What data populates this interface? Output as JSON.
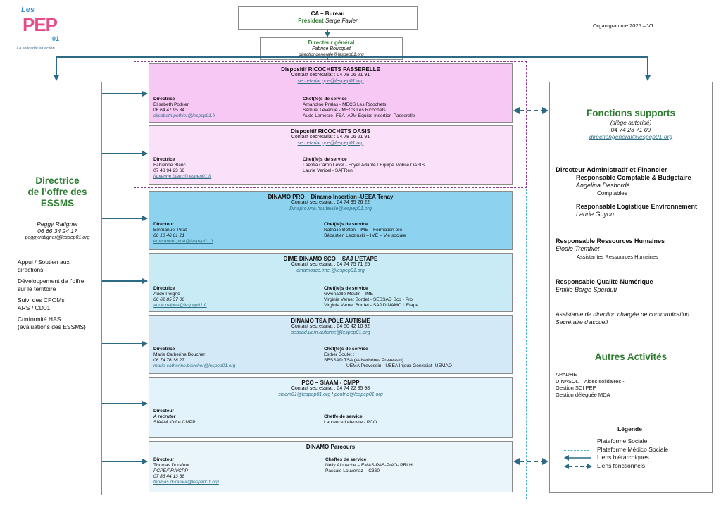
{
  "logo": {
    "text_top": "Les",
    "text_main": "PEP",
    "text_num": "01",
    "tagline": "La solidarité en action"
  },
  "doc_label": "Organigramme 2025 – V1",
  "ca": {
    "title": "CA – Bureau",
    "president_label": "Président",
    "president_name": "Serge Favier"
  },
  "dg": {
    "title": "Directeur général",
    "name": "Fabrice Bousquet",
    "email": "directiongenerale@lespep01.org"
  },
  "left": {
    "title_1": "Directrice",
    "title_2": "de l’offre des",
    "title_3": "ESSMS",
    "name": "Peggy Ratigner",
    "phone": "06 66 34 24 17",
    "email": "peggy.ratigner@lespep01.org",
    "items": [
      [
        "Appui / Soutien aux",
        "directions"
      ],
      [
        "Développement de l’offre",
        "sur le territoire"
      ],
      [
        "Suivi des CPOMs",
        "ARS / CD01"
      ],
      [
        "Conformité HAS",
        "(évaluations des ESSMS)"
      ]
    ]
  },
  "units": [
    {
      "title": "Dispositif RICOCHETS PASSERELLE",
      "contact": "Contact secretariat : 04 78 06 21 91",
      "email": "secretariat.ppe@lespep01.org",
      "dir_label": "Directrice",
      "dir_lines": [
        "Elisabeth Pothier",
        "06 64 47 95 34"
      ],
      "dir_email": "elisabeth.pothier@lespep01.fr",
      "chef_label": "Chef(fe)s de service",
      "chef_lines": [
        "Amandine Pralas - MECS Les Ricochets",
        "Samuel Leveque - MECS Les Ricochets",
        "Aude Lemesre -FSA- AJM-Equipe Insertion-Passerelle"
      ]
    },
    {
      "title": "Dispositif RICOCHETS OASIS",
      "contact": "Contact secretariat : 04 78 06 21 91",
      "email": "secretariat.ppe@lespep01.org",
      "dir_label": "Directrice",
      "dir_lines": [
        "Fabienne Blanc",
        "07 48 94 23 66"
      ],
      "dir_email": "fabienne.blanc@lespep01.fr",
      "chef_label": "Chef(fe)s de service",
      "chef_lines": [
        "Laëtitia Caron Level - Foyer Adapté / Equipe Mobile OASIS",
        "Laurie Vericel - SAFRen"
      ]
    },
    {
      "title": "DINAMO PRO – Dinamo Insertion -UEEA Tenay",
      "contact": "Contact secretariat : 04 74 35 26 22",
      "email": "Dinapro.ime.hauteville@lespep01.org",
      "dir_label": "Directeur",
      "dir_lines": [
        "Emmanuel Pirat",
        "06 10 46 81 21"
      ],
      "dir_email": "emmanuel.pirat@lespep01.fr",
      "chef_label": "Chef(fe)s de service",
      "chef_lines": [
        "Nathalie Botton - IME – Formation pro",
        "Sébastien Leczinski – IME – Vie sociale"
      ]
    },
    {
      "title": "DIME DINAMO SCO – SAJ L’ETAPE",
      "contact": "Contact secretariat : 04 74 75 71 25",
      "email": "dinamosco.ime.@lespep01.org",
      "dir_label": "Directrice",
      "dir_lines": [
        "Aude Peigné",
        "06 62 85 37 08"
      ],
      "dir_email": "aude.peigne@lespep01.fr",
      "chef_label": "Chef(fe)s de service",
      "chef_lines": [
        "Gwenaëlle Moulin - IME",
        "Virginie Vernet Bordet - SESSAD Sco - Pro",
        "Virginie Vernet Bordet - SAJ DINAMO L’Etape"
      ]
    },
    {
      "title": "DINAMO TSA PÔLE AUTISME",
      "contact": "Contact secretariat : 04 50 42 10 92",
      "email": "sessad.uem.autisme@lespep01.org",
      "dir_label": "Directrice",
      "dir_lines": [
        "Marie Catherine Boucher",
        "06 74 76 38 27"
      ],
      "dir_email": "marie-catherine.boucher@lespep01.org",
      "chef_label": "Chef(fe)s de service",
      "chef_lines": [
        "Esther Boulet :",
        "SESSAD TSA (Valserhône- Prevessin)",
        "UEMA Prevessin - UEEA Injoux Genissiat -UEMAO"
      ]
    },
    {
      "title": "PCO – SIAAM - CMPP",
      "contact": "Contact secretariat : 04 74 22 85 98",
      "email": "siaam01@lespep01.org",
      "email_sep": " / ",
      "email2": "pcotnd@lespep01.org",
      "dir_label": "Directeur",
      "dir_lines": [
        "A recruter",
        "SIAAM /Offre CMPP"
      ],
      "dir_email": "",
      "chef_label": "Cheffe de service",
      "chef_lines": [
        "Laurence Lefeuvre - PCO"
      ]
    },
    {
      "title": "DINAMO Parcours",
      "contact": "",
      "email": "",
      "dir_label": "Directeur",
      "dir_lines": [
        "Thomas Durafour",
        "PCPE/PRA/CPP",
        "07 86 44 13 38"
      ],
      "dir_email": "thomas.durafour@lespep01.org",
      "chef_label": "Cheffes de service",
      "chef_lines": [
        "Nelly Alouache – EMAS-PAS-PréO- PRLH",
        "Pascale Louvenaz – C360"
      ]
    }
  ],
  "right": {
    "title": "Fonctions supports",
    "sub": "(siège autorisé)",
    "phone": "04 74 23 71 09",
    "email": "directiongeneral@lespep01.org",
    "daf_title": "Directeur Administratif et Financier",
    "rcb_title": "Responsable Comptable & Budgetaire",
    "rcb_name": "Angelina Desbordé",
    "rcb_sub": "Comptables",
    "rle_title": "Responsable Logistique Environnement",
    "rle_name": "Laurie Guyon",
    "rrh_title": "Responsable Ressources Humaines",
    "rrh_name": "Elodie Tremblet",
    "rrh_sub": "Assistantes Ressources Humaines",
    "rqn_title": "Responsable Qualité Numérique",
    "rqn_name": "Emilie Borge Sperduti",
    "asst_1": "Assistante de direction chargée de communication",
    "asst_2": "Secrétaire d’accueil",
    "other_title": "Autres Activités",
    "other_items": [
      "APADHE",
      "DINASOL – Aides solidaires -",
      "Gestion SCI PEP",
      "Gestion déléguée MDA"
    ]
  },
  "legend": {
    "title": "Légende",
    "items": [
      "Plateforme Sociale",
      "Plateforme Médico Sociale",
      "Liens hiérarchiques",
      "Liens fonctionnels"
    ]
  },
  "colors": {
    "arrow": "#2c6a86",
    "social_fill": "#f8c8f5",
    "social_fill2": "#fbe0fa",
    "social_border": "#8e3d8e",
    "medico_border": "#4fb3c9",
    "dinamo_pro": "#8dd3ef",
    "dime": "#c9ebf6",
    "tsa": "#d4e9f7",
    "pco": "#e3f3fb",
    "parcours": "#e9f5fb",
    "green": "#2e7d32"
  }
}
